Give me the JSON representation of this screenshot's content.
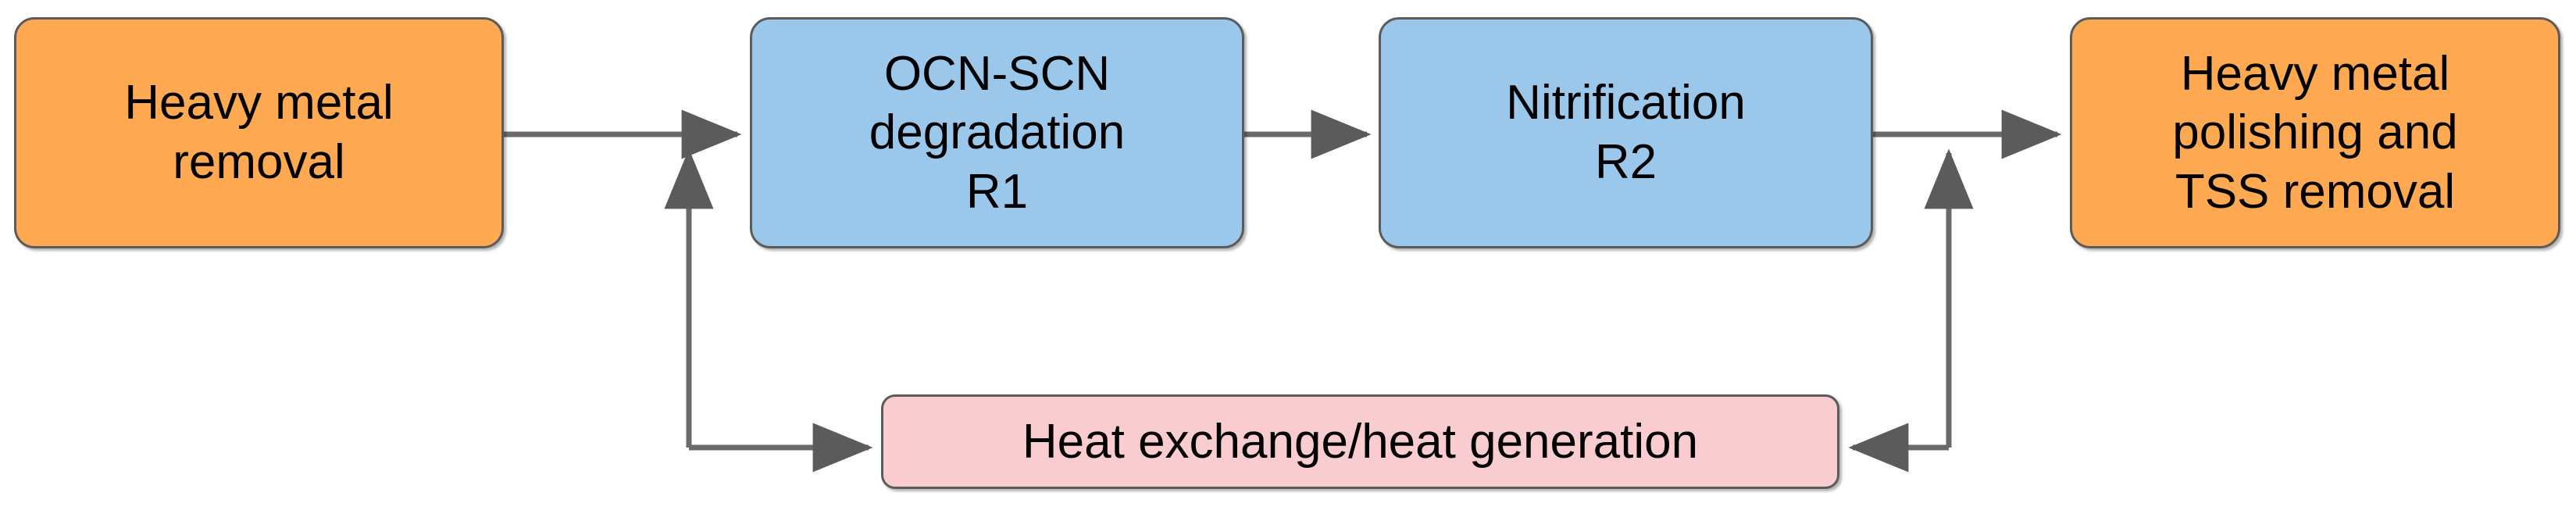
{
  "diagram": {
    "title": "Heavy metal / cyanide treatment process flow",
    "type": "process-flow",
    "colors": {
      "orange_fill": "#FFAA52",
      "blue_fill": "#9AC7EA",
      "pink_fill": "#F9CCCF",
      "node_stroke": "#5B5B5B",
      "connector_stroke": "#666666",
      "text": "#000000",
      "background": "#FFFFFF"
    },
    "nodes": [
      {
        "id": "heavy-metal-removal",
        "label": "Heavy metal\nremoval",
        "fill": "#FFAA52",
        "kind": "process"
      },
      {
        "id": "ocn-scn-degradation",
        "label": "OCN-SCN\ndegradation\nR1",
        "fill": "#9AC7EA",
        "kind": "process"
      },
      {
        "id": "nitrification",
        "label": "Nitrification\nR2",
        "fill": "#9AC7EA",
        "kind": "process"
      },
      {
        "id": "heavy-metal-polishing",
        "label": "Heavy metal\npolishing and\nTSS removal",
        "fill": "#FFAA52",
        "kind": "process"
      },
      {
        "id": "heat-exchange",
        "label": "Heat exchange/heat generation",
        "fill": "#F9CCCF",
        "kind": "auxiliary"
      }
    ],
    "edges": [
      {
        "id": "edge-removal-to-r1",
        "from": "heavy-metal-removal",
        "to": "ocn-scn-degradation",
        "direction": "right"
      },
      {
        "id": "edge-r1-to-r2",
        "from": "ocn-scn-degradation",
        "to": "nitrification",
        "direction": "right"
      },
      {
        "id": "edge-r2-to-polishing",
        "from": "nitrification",
        "to": "heavy-metal-polishing",
        "direction": "right"
      },
      {
        "id": "edge-r1-to-heat-exchange",
        "from": "ocn-scn-degradation",
        "to": "heat-exchange",
        "direction": "down-right"
      },
      {
        "id": "edge-heat-exchange-to-r1",
        "from": "heat-exchange",
        "to": "ocn-scn-degradation",
        "direction": "up"
      },
      {
        "id": "edge-r2-to-heat-exchange",
        "from": "nitrification",
        "to": "heat-exchange",
        "direction": "down-left"
      },
      {
        "id": "edge-heat-exchange-to-r2",
        "from": "heat-exchange",
        "to": "heavy-metal-polishing",
        "direction": "up"
      }
    ]
  }
}
